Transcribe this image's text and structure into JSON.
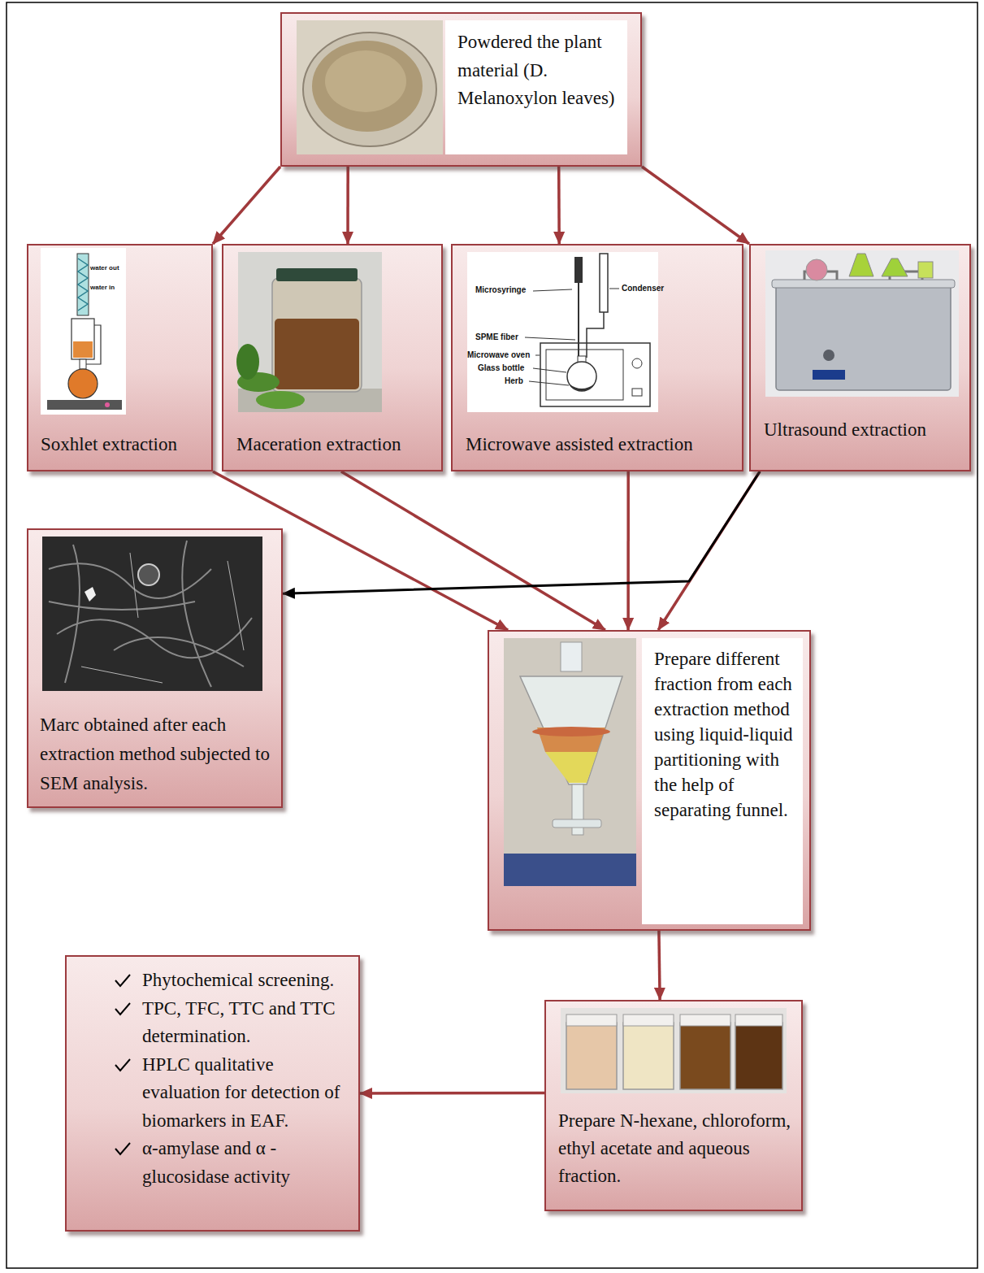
{
  "diagram": {
    "nodes": [
      {
        "text": [
          "Powdered the plant material (D. Melanoxylon leaves)"
        ]
      },
      {
        "text": [
          "Soxhlet extraction"
        ]
      },
      {
        "text": [
          "Maceration extraction"
        ]
      },
      {
        "text": [
          "Microwave assisted extraction"
        ]
      },
      {
        "text": [
          "Ultrasound extraction"
        ]
      },
      {
        "text": [
          "Marc obtained after each extraction method subjected to SEM analysis."
        ]
      },
      {
        "text": [
          "Prepare different fraction from each extraction method using liquid-liquid partitioning with the help of separating funnel."
        ]
      },
      {
        "text": [
          "Prepare N-hexane, chloroform, ethyl acetate and aqueous fraction."
        ]
      },
      {
        "text": [
          "Phytochemical screening.",
          "TPC, TFC, TTC and TTC determination.",
          "HPLC qualitative evaluation for detection of biomarkers in EAF.",
          "α-amylase and α -glucosidase activity"
        ]
      }
    ],
    "edges": [
      {
        "from": 0,
        "to": 1,
        "arrow": "to"
      },
      {
        "from": 0,
        "to": 2,
        "arrow": "to"
      },
      {
        "from": 0,
        "to": 3,
        "arrow": "to"
      },
      {
        "from": 0,
        "to": 4,
        "arrow": "to"
      },
      {
        "from": 1,
        "to": 6,
        "arrow": "to"
      },
      {
        "from": 2,
        "to": 6,
        "arrow": "to"
      },
      {
        "from": 3,
        "to": 6,
        "arrow": "to"
      },
      {
        "from": 4,
        "to": 6,
        "arrow": "to"
      },
      {
        "from": 4,
        "to": 5,
        "arrow": "to"
      },
      {
        "from": 6,
        "to": 7,
        "arrow": "to"
      },
      {
        "from": 7,
        "to": 8,
        "arrow": "to"
      }
    ],
    "labels": [
      "water out",
      "water in",
      "Microsyringe",
      "Condenser",
      "SPME fiber",
      "Microwave oven",
      "Glass bottle",
      "Herb"
    ]
  }
}
